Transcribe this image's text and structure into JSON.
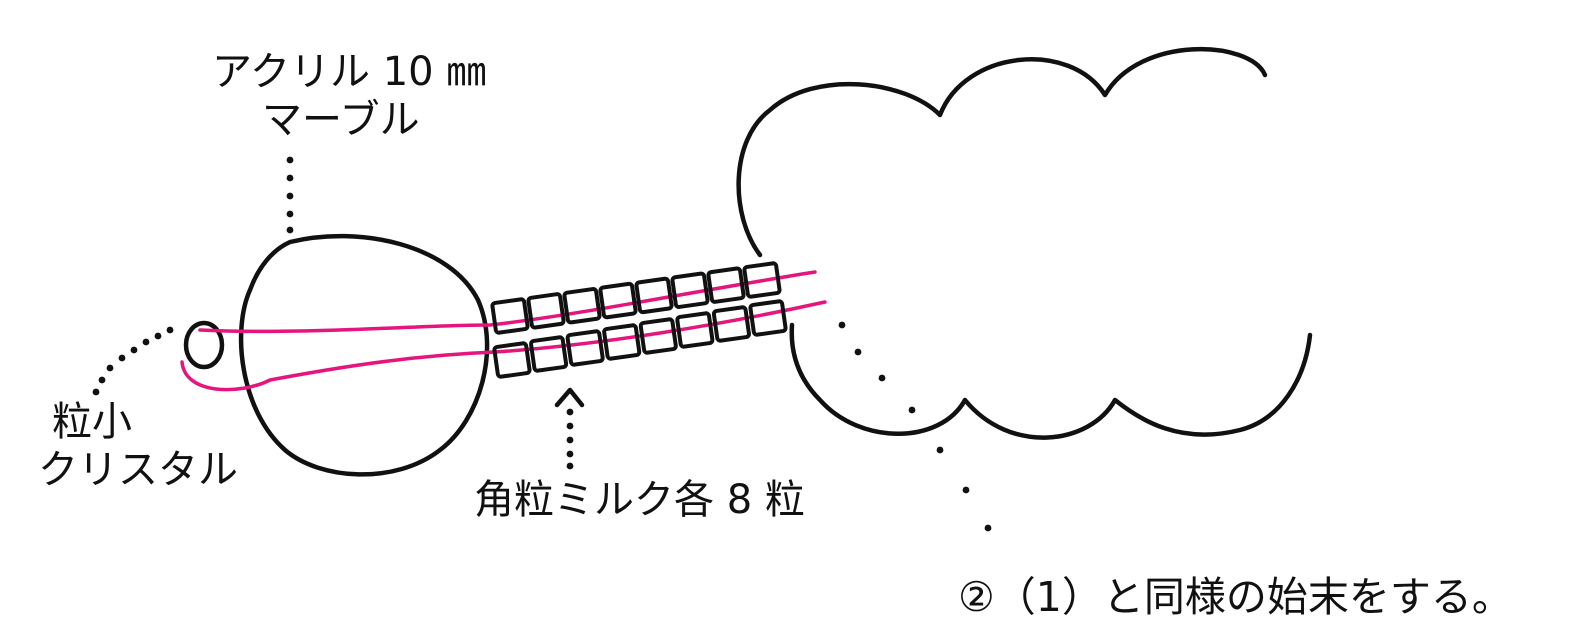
{
  "labels": {
    "acrylic_line1": "アクリル 10 ㎜",
    "acrylic_line2": "マーブル",
    "crystal_line1": "粒小",
    "crystal_line2": "クリスタル",
    "square_beads": "角粒ミルク各 8 粒",
    "instruction": "②（1）と同様の始末をする。"
  },
  "colors": {
    "ink": "#111111",
    "thread": "#e6157e",
    "background": "#ffffff"
  },
  "counts": {
    "square_beads_per_row": 8
  }
}
